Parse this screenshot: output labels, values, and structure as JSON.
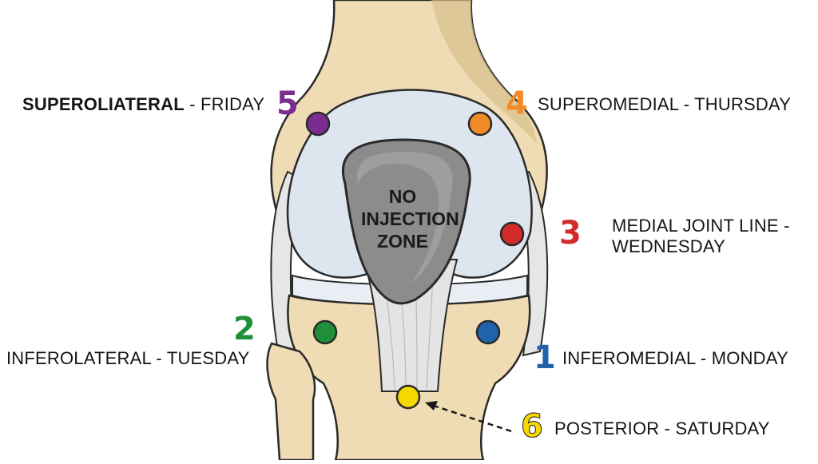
{
  "zone": {
    "lines": [
      "NO",
      "INJECTION",
      "ZONE"
    ]
  },
  "sites": [
    {
      "key": "superolateral",
      "number": "5",
      "label_bold": "SUPEROLIATERAL",
      "label_rest": " - FRIDAY",
      "color": "#7a2d8f"
    },
    {
      "key": "superomedial",
      "number": "4",
      "label_bold": "",
      "label_rest": "SUPEROMEDIAL - THURSDAY",
      "color": "#f28c28"
    },
    {
      "key": "medial_joint_line",
      "number": "3",
      "label_bold": "",
      "label_line1": "MEDIAL JOINT LINE -",
      "label_line2": "WEDNESDAY",
      "color": "#d32a2a"
    },
    {
      "key": "inferolateral",
      "number": "2",
      "label_bold": "",
      "label_rest": "INFEROLATERAL - TUESDAY",
      "color": "#1f8f3a"
    },
    {
      "key": "inferomedial",
      "number": "1",
      "label_bold": "",
      "label_rest": "INFEROMEDIAL - MONDAY",
      "color": "#1f63ad"
    },
    {
      "key": "posterior",
      "number": "6",
      "label_bold": "",
      "label_rest": "POSTERIOR - SATURDAY",
      "color": "#f5d800"
    }
  ],
  "colors": {
    "bone": "#efdcb4",
    "bone_shade": "#d9bf8c",
    "cartilage": "#dde6ee",
    "patella": "#8c8c8c",
    "tendon": "#e4e4e4",
    "outline": "#2a2a2a"
  }
}
